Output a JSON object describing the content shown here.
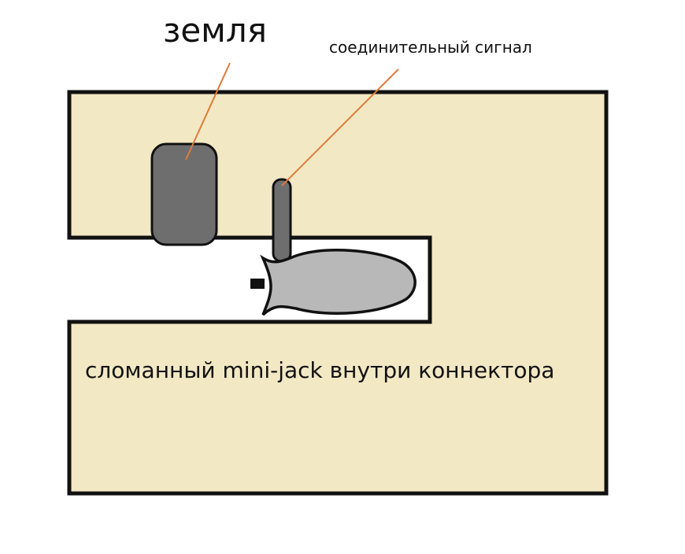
{
  "labels": {
    "ground": "земля",
    "signal": "соединительный сигнал",
    "caption": "сломанный mini-jack внутри коннектора"
  },
  "colors": {
    "housing_fill": "#f2e8c4",
    "outline": "#111111",
    "ground_contact": "#6e6e6e",
    "signal_pin": "#6e6e6e",
    "plug_body": "#b8b8b8",
    "leader_line": "#e07a3a"
  }
}
